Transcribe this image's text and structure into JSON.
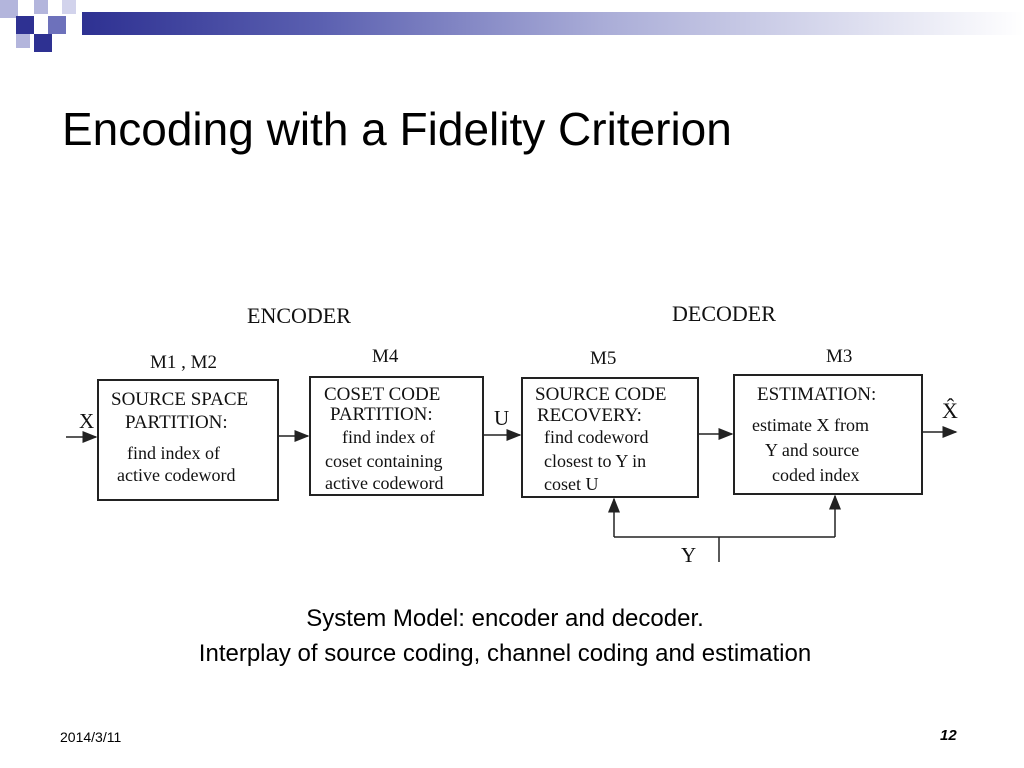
{
  "slide": {
    "title": "Encoding with a Fidelity Criterion",
    "caption_line1": "System Model: encoder and decoder.",
    "caption_line2": "Interplay of source coding, channel coding and estimation",
    "date": "2014/3/11",
    "page_number": "12"
  },
  "theme": {
    "accent_dark": "#2e3192",
    "accent_mid": "#6d71bb",
    "accent_light": "#b3b5dc"
  },
  "diagram": {
    "section_encoder": "ENCODER",
    "section_decoder": "DECODER",
    "blocks": [
      {
        "tag": "M1 , M2",
        "heading_lines": [
          "SOURCE SPACE",
          "PARTITION:"
        ],
        "body_lines": [
          "find index of",
          "active codeword"
        ]
      },
      {
        "tag": "M4",
        "heading_lines": [
          "COSET CODE",
          "PARTITION:"
        ],
        "body_lines": [
          "find index of",
          "coset containing",
          "active codeword"
        ]
      },
      {
        "tag": "M5",
        "heading_lines": [
          "SOURCE CODE",
          "RECOVERY:"
        ],
        "body_lines": [
          "find codeword",
          "closest to Y in",
          "coset U"
        ]
      },
      {
        "tag": "M3",
        "heading_lines": [
          "ESTIMATION:"
        ],
        "body_lines": [
          "estimate X from",
          "Y and source",
          "coded index"
        ]
      }
    ],
    "signals": {
      "input": "X",
      "intermediate": "U",
      "output": "X̂",
      "side_info": "Y"
    }
  }
}
